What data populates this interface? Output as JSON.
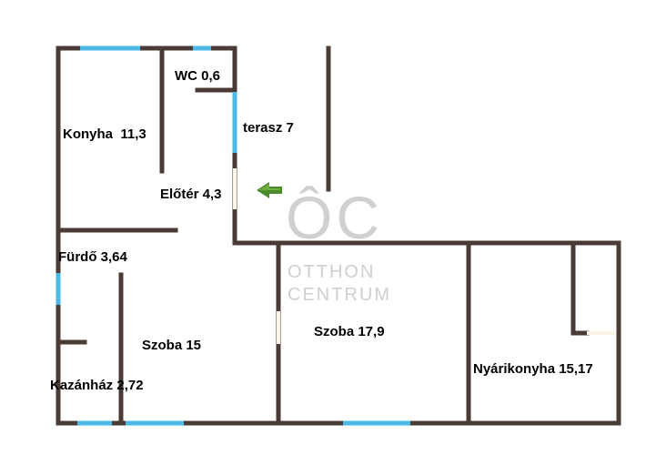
{
  "colors": {
    "wall": "#4a3b36",
    "window": "#4cb8e6",
    "door_gap": "#fbf3e6",
    "arrow": "#4b8a2a",
    "watermark": "#d0d0d0",
    "label": "#000000"
  },
  "rooms": {
    "wc": "WC 0,6",
    "konyha": "Konyha  11,3",
    "terasz": "terasz 7",
    "eloter": "Előtér 4,3",
    "furdo": "Fürdő 3,64",
    "szoba15": "Szoba 15",
    "szoba179": "Szoba 17,9",
    "kazanhaz": "Kazánház 2,72",
    "nyarikonyha": "Nyárikonyha 15,17"
  },
  "entrance_arrow_icon": "green-arrow-left-icon",
  "watermark": {
    "letters": "ÔC",
    "line1": "OTTHON",
    "line2": "CENTRUM"
  }
}
